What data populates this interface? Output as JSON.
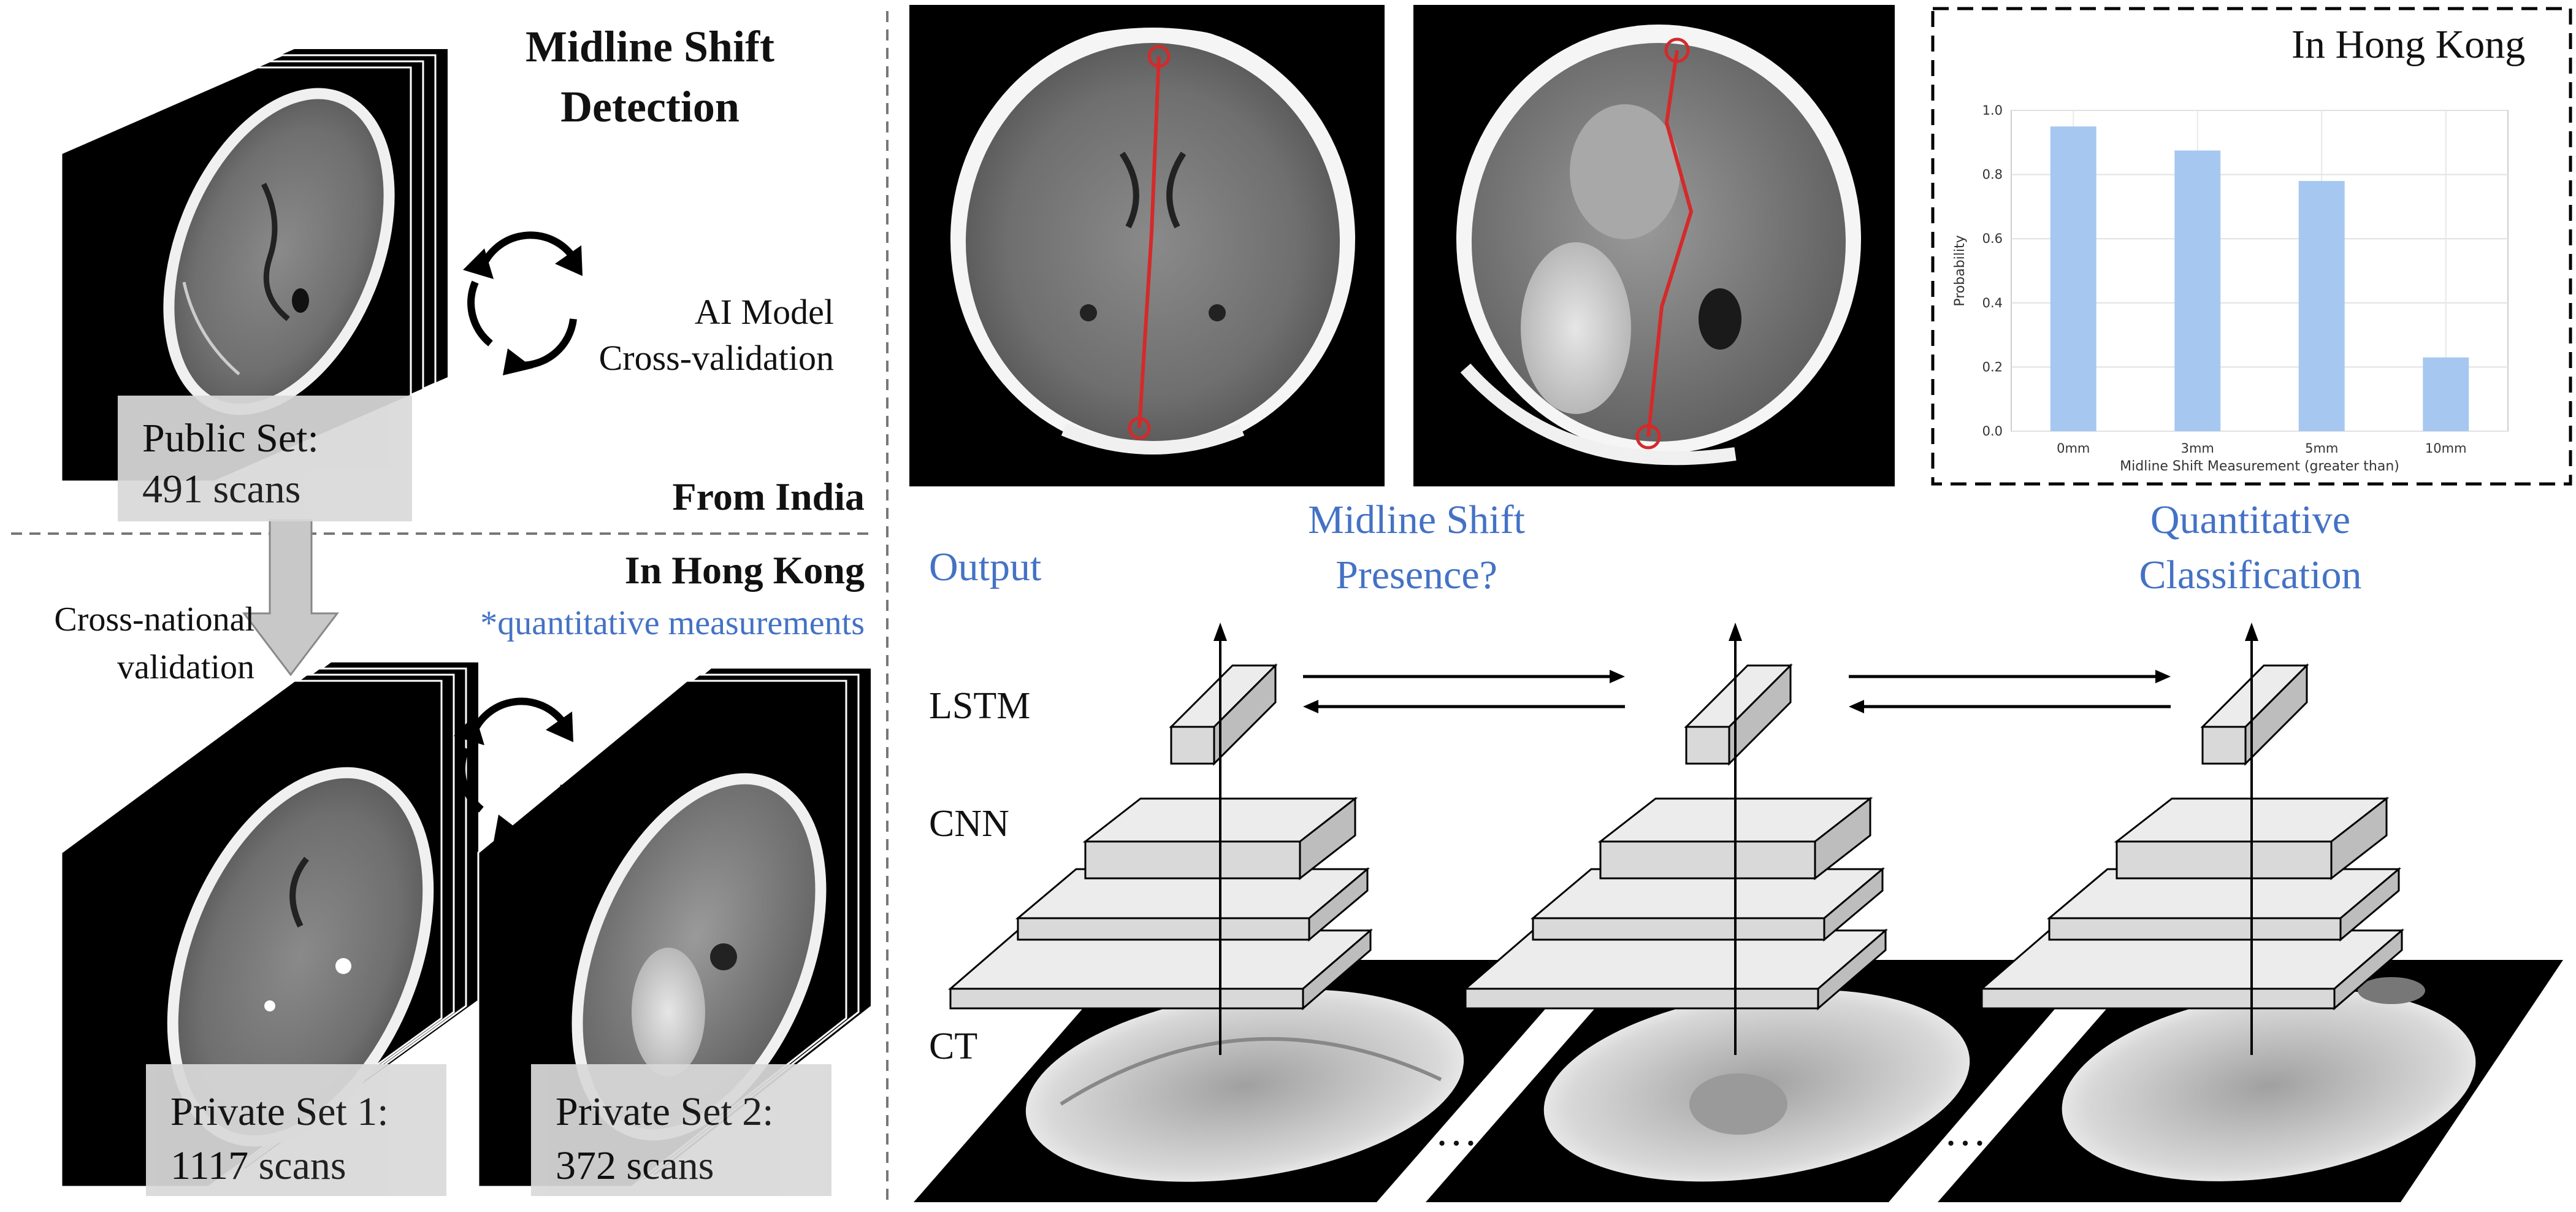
{
  "left_panel": {
    "title_line1": "Midline Shift",
    "title_line2": "Detection",
    "ai_model_line1": "AI Model",
    "ai_model_line2": "Cross-validation",
    "public_set_line1": "Public Set:",
    "public_set_line2": "491 scans",
    "from_india": "From India",
    "in_hong_kong": "In Hong Kong",
    "quantitative_note": "*quantitative measurements",
    "cross_national_line1": "Cross-national",
    "cross_national_line2": "validation",
    "private_set1_line1": "Private Set 1:",
    "private_set1_line2": "1117 scans",
    "private_set2_line1": "Private Set 2:",
    "private_set2_line2": "372 scans"
  },
  "pipeline": {
    "output_label": "Output",
    "midline_presence_line1": "Midline Shift",
    "midline_presence_line2": "Presence?",
    "quant_class_line1": "Quantitative",
    "quant_class_line2": "Classification",
    "lstm_label": "LSTM",
    "cnn_label": "CNN",
    "ct_label": "CT",
    "ellipsis_1": "…",
    "ellipsis_2": "…"
  },
  "inset_title": "In Hong Kong",
  "colors": {
    "accent_blue": "#4472c4",
    "bar_blue": "#a6c8f0",
    "midline_red": "#d42a2a",
    "box_gray": "#d9d9d9",
    "layer_gray": "#d9d9d9"
  },
  "chart_data": {
    "type": "bar",
    "categories": [
      "0mm",
      "3mm",
      "5mm",
      "10mm"
    ],
    "values": [
      0.95,
      0.875,
      0.78,
      0.23
    ],
    "xlabel": "Midline Shift Measurement (greater than)",
    "ylabel": "Probability",
    "ylim": [
      0,
      1.0
    ],
    "yticks": [
      "0.0",
      "0.2",
      "0.4",
      "0.6",
      "0.8",
      "1.0"
    ],
    "grid": true
  }
}
